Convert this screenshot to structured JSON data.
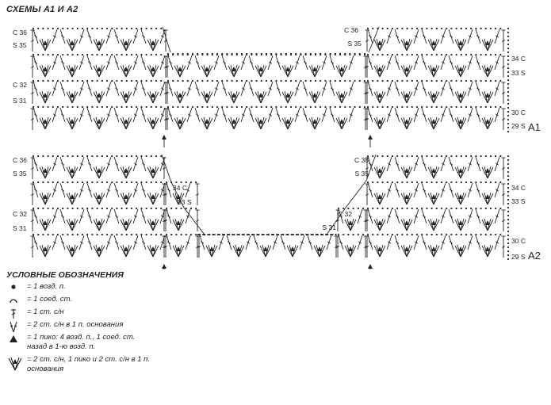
{
  "title": "СХЕМЫ А1 И А2",
  "schemes": [
    {
      "name": "A1",
      "left_labels": [
        "С 36",
        "S 35",
        "С 32",
        "S 31"
      ],
      "right_labels": [
        "34 С",
        "33 S",
        "30 С",
        "29 S"
      ],
      "inner_labels": [
        "С 36",
        "S 35"
      ]
    },
    {
      "name": "A2",
      "left_labels": [
        "С 36",
        "S 35",
        "С 32",
        "S 31"
      ],
      "right_labels": [
        "34 С",
        "33 S",
        "30 С",
        "29 S"
      ],
      "inner_labels_left": [
        "34 С",
        "33 S"
      ],
      "inner_labels_right": [
        "С 36",
        "S 35",
        "С 32",
        "S 31"
      ]
    }
  ],
  "legend": {
    "title": "УСЛОВНЫЕ ОБОЗНАЧЕНИЯ",
    "items": [
      {
        "icon": "chain-icon",
        "text": "= 1 возд. п."
      },
      {
        "icon": "slip-stitch-icon",
        "text": "= 1 соед. ст."
      },
      {
        "icon": "double-crochet-icon",
        "text": "= 1 ст. с/н"
      },
      {
        "icon": "two-dc-icon",
        "text": "= 2 ст. с/н в 1 п. основания"
      },
      {
        "icon": "picot-icon",
        "text": "= 1 пико: 4 возд. п., 1 соед. ст.\nназад в 1-ю возд. п."
      },
      {
        "icon": "shell-icon",
        "text": "= 2 ст. с/н, 1 пико и 2 ст. с/н в 1 п.\nоснования"
      }
    ]
  },
  "colors": {
    "ink": "#222222",
    "background": "#ffffff"
  }
}
